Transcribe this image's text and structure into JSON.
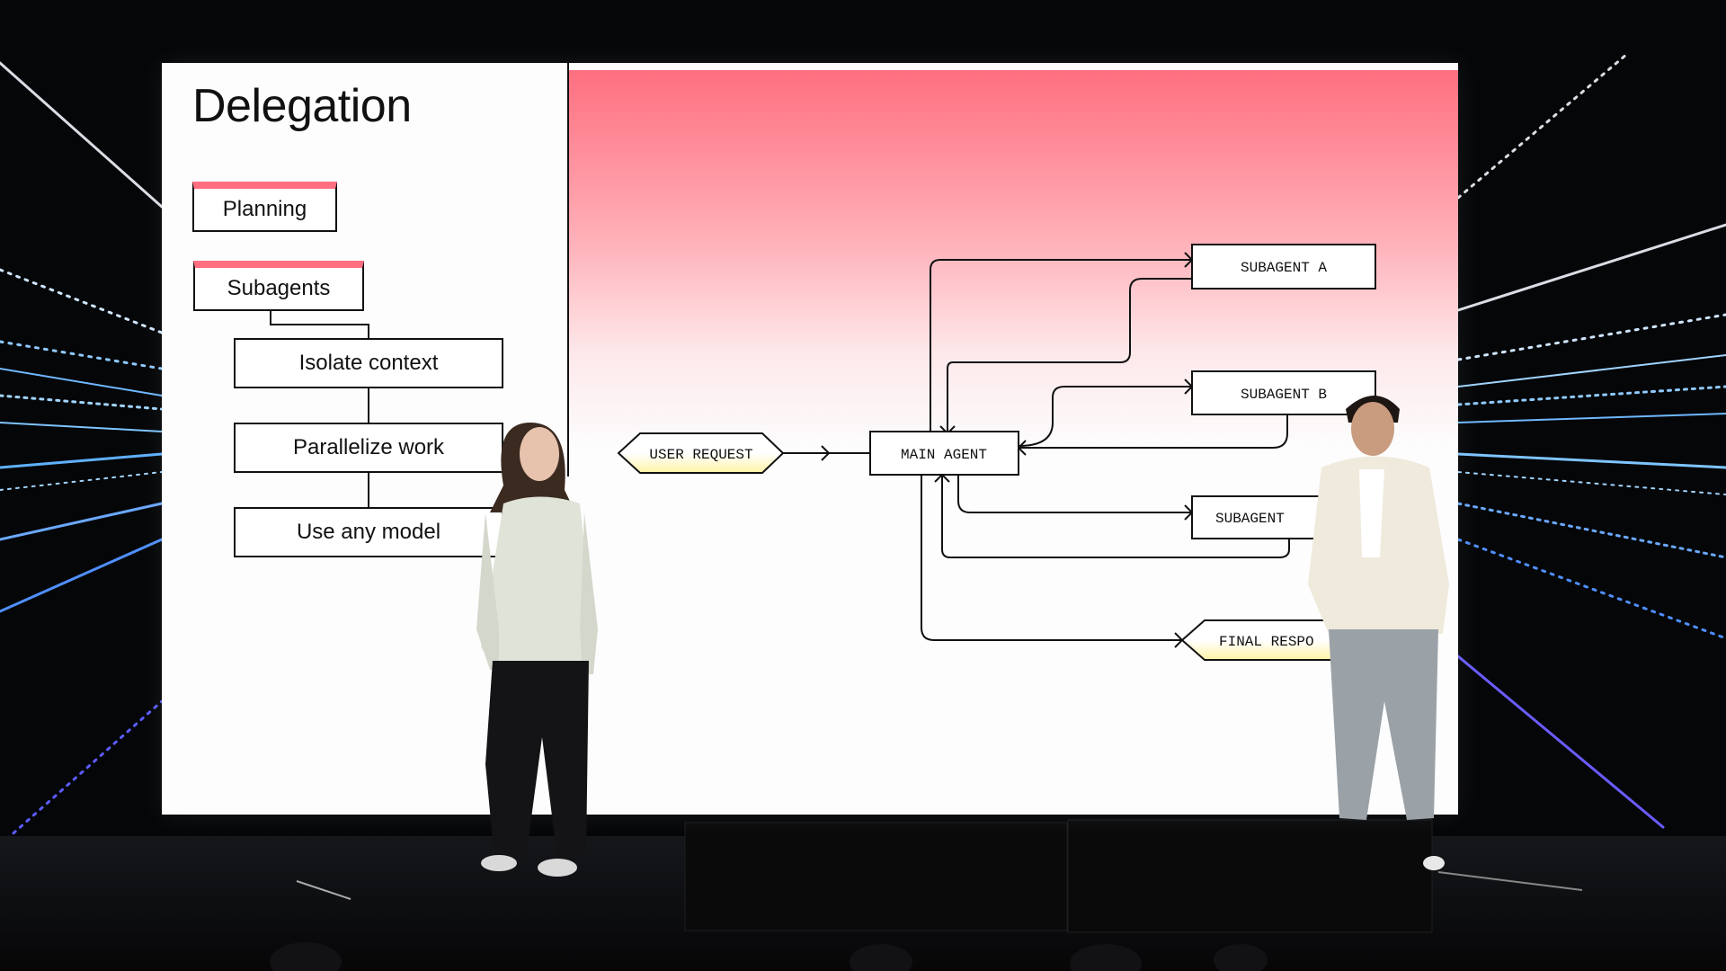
{
  "slide": {
    "title": "Delegation",
    "left_items": {
      "planning": "Planning",
      "subagents": "Subagents",
      "isolate": "Isolate context",
      "parallelize": "Parallelize work",
      "any_model": "Use any model"
    },
    "diagram": {
      "user_request": "USER REQUEST",
      "main_agent": "MAIN AGENT",
      "subagent_a": "SUBAGENT A",
      "subagent_b": "SUBAGENT B",
      "subagent_c": "SUBAGENT",
      "final_response": "FINAL RESPO"
    }
  },
  "colors": {
    "accent_pink": "#ff6f80",
    "accent_yellow": "#fff3a6",
    "ink": "#111111",
    "stage_light": "#9fd4ff"
  }
}
